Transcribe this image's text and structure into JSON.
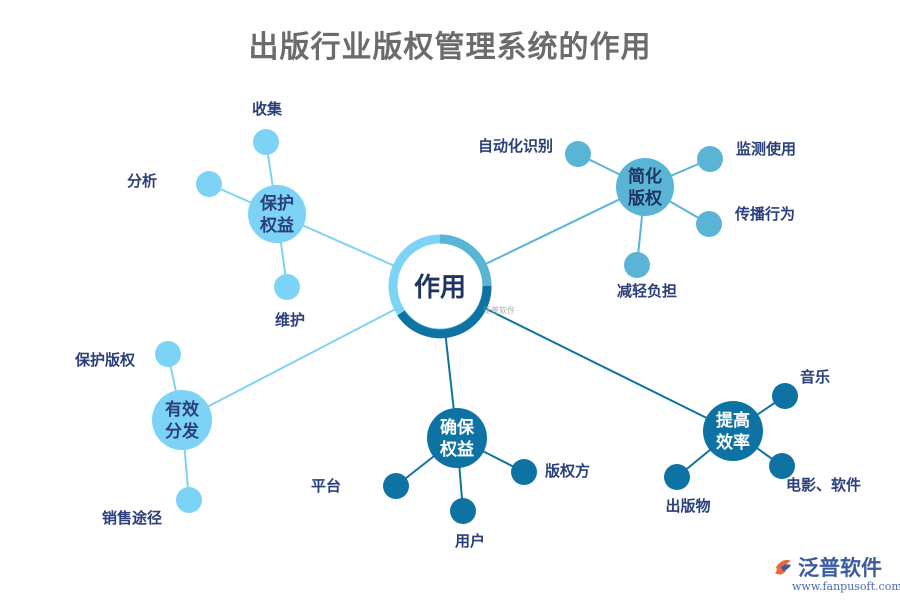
{
  "title": "出版行业版权管理系统的作用",
  "center": "作用",
  "watermark": "泛普软件",
  "logo": {
    "name": "泛普软件",
    "url": "www.fanpusoft.com"
  },
  "colors": {
    "light": "#7dd3f5",
    "mid": "#5ab4d6",
    "dark": "#0e73a3",
    "label": "#2b3f7a",
    "title": "#6b6b6b"
  },
  "hubs": [
    {
      "id": "baohu",
      "lines": [
        "保护",
        "权益"
      ],
      "leaves": [
        "收集",
        "分析",
        "维护"
      ]
    },
    {
      "id": "jianhua",
      "lines": [
        "简化",
        "版权"
      ],
      "leaves": [
        "自动化识别",
        "监测使用",
        "传播行为",
        "减轻负担"
      ]
    },
    {
      "id": "youxiao",
      "lines": [
        "有效",
        "分发"
      ],
      "leaves": [
        "保护版权",
        "销售途径"
      ]
    },
    {
      "id": "quebao",
      "lines": [
        "确保",
        "权益"
      ],
      "leaves": [
        "平台",
        "用户",
        "版权方"
      ]
    },
    {
      "id": "tigao",
      "lines": [
        "提高",
        "效率"
      ],
      "leaves": [
        "音乐",
        "电影、软件",
        "出版物"
      ]
    }
  ]
}
